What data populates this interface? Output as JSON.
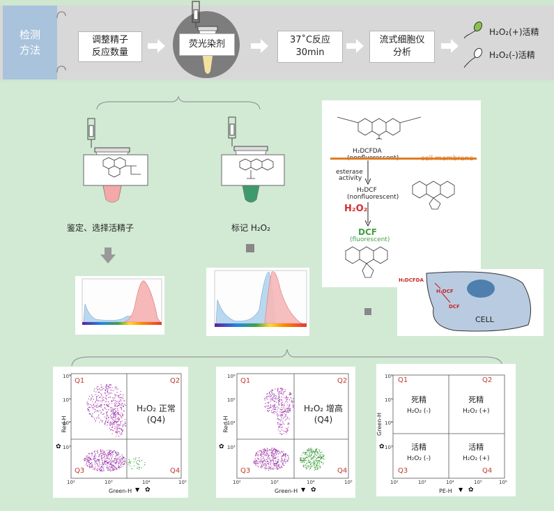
{
  "flow": {
    "method_label_line1": "检测",
    "method_label_line2": "方法",
    "steps": [
      {
        "line1": "调整精子",
        "line2": "反应数量"
      },
      {
        "line1": "荧光染剂",
        "line2": ""
      },
      {
        "line1": "37˚C反应",
        "line2": "30min"
      },
      {
        "line1": "流式细胞仪",
        "line2": "分析"
      }
    ],
    "results": [
      {
        "label": "H₂O₂(+)活精"
      },
      {
        "label": "H₂O₂(-)活精"
      }
    ]
  },
  "dyes": {
    "left_caption": "鉴定、选择活精子",
    "right_caption": "标记  H₂O₂"
  },
  "mechanism": {
    "h2dcfda": "H₂DCFDA",
    "h2dcfda_sub": "(nonfluorescent)",
    "cell_membrane": "cell membrane",
    "esterase": "esterase",
    "activity": "activity",
    "h2dcf": "H₂DCF",
    "h2dcf_sub": "(nonfluorescent)",
    "h2o2": "H₂O₂",
    "dcf": "DCF",
    "dcf_sub": "(fluorescent)",
    "cell_inset_h2dcfda": "H₂DCFDA",
    "cell_inset_h2dcf": "H₂DCF",
    "cell_inset_dcf": "DCF",
    "cell_inset_cell": "CELL"
  },
  "plots": [
    {
      "q1": "Q1",
      "q2": "Q2",
      "q3": "Q3",
      "q4": "Q4",
      "annotation_line1": "H₂O₂ 正常",
      "annotation_line2": "(Q4)",
      "x_label": "Green-H",
      "y_label": "Red-H",
      "y_ticks": [
        "10⁶",
        "10⁵",
        "10⁴",
        "10³"
      ],
      "x_ticks": [
        "10²",
        "10³",
        "10⁴",
        "10⁵"
      ]
    },
    {
      "q1": "Q1",
      "q2": "Q2",
      "q3": "Q3",
      "q4": "Q4",
      "annotation_line1": "H₂O₂ 增高",
      "annotation_line2": "(Q4)",
      "x_label": "Green-H",
      "y_label": "Red-H",
      "y_ticks": [
        "10⁶",
        "10⁵",
        "10⁴",
        "10³"
      ],
      "x_ticks": [
        "10²",
        "10³",
        "10⁴",
        "10⁵"
      ]
    },
    {
      "q1": "Q1",
      "q2": "Q2",
      "q3": "Q3",
      "q4": "Q4",
      "x_label": "PE-H",
      "y_label": "Green-H",
      "y_ticks": [
        "10⁶",
        "10⁵",
        "10⁴",
        "10³"
      ],
      "x_ticks": [
        "10²",
        "10³",
        "10⁴",
        "10⁵",
        "10⁶"
      ],
      "cells": [
        {
          "line1": "死精",
          "line2": "H₂O₂ (-)"
        },
        {
          "line1": "死精",
          "line2": "H₂O₂ (+)"
        },
        {
          "line1": "活精",
          "line2": "H₂O₂ (-)"
        },
        {
          "line1": "活精",
          "line2": "H₂O₂ (+)"
        }
      ]
    }
  ]
}
